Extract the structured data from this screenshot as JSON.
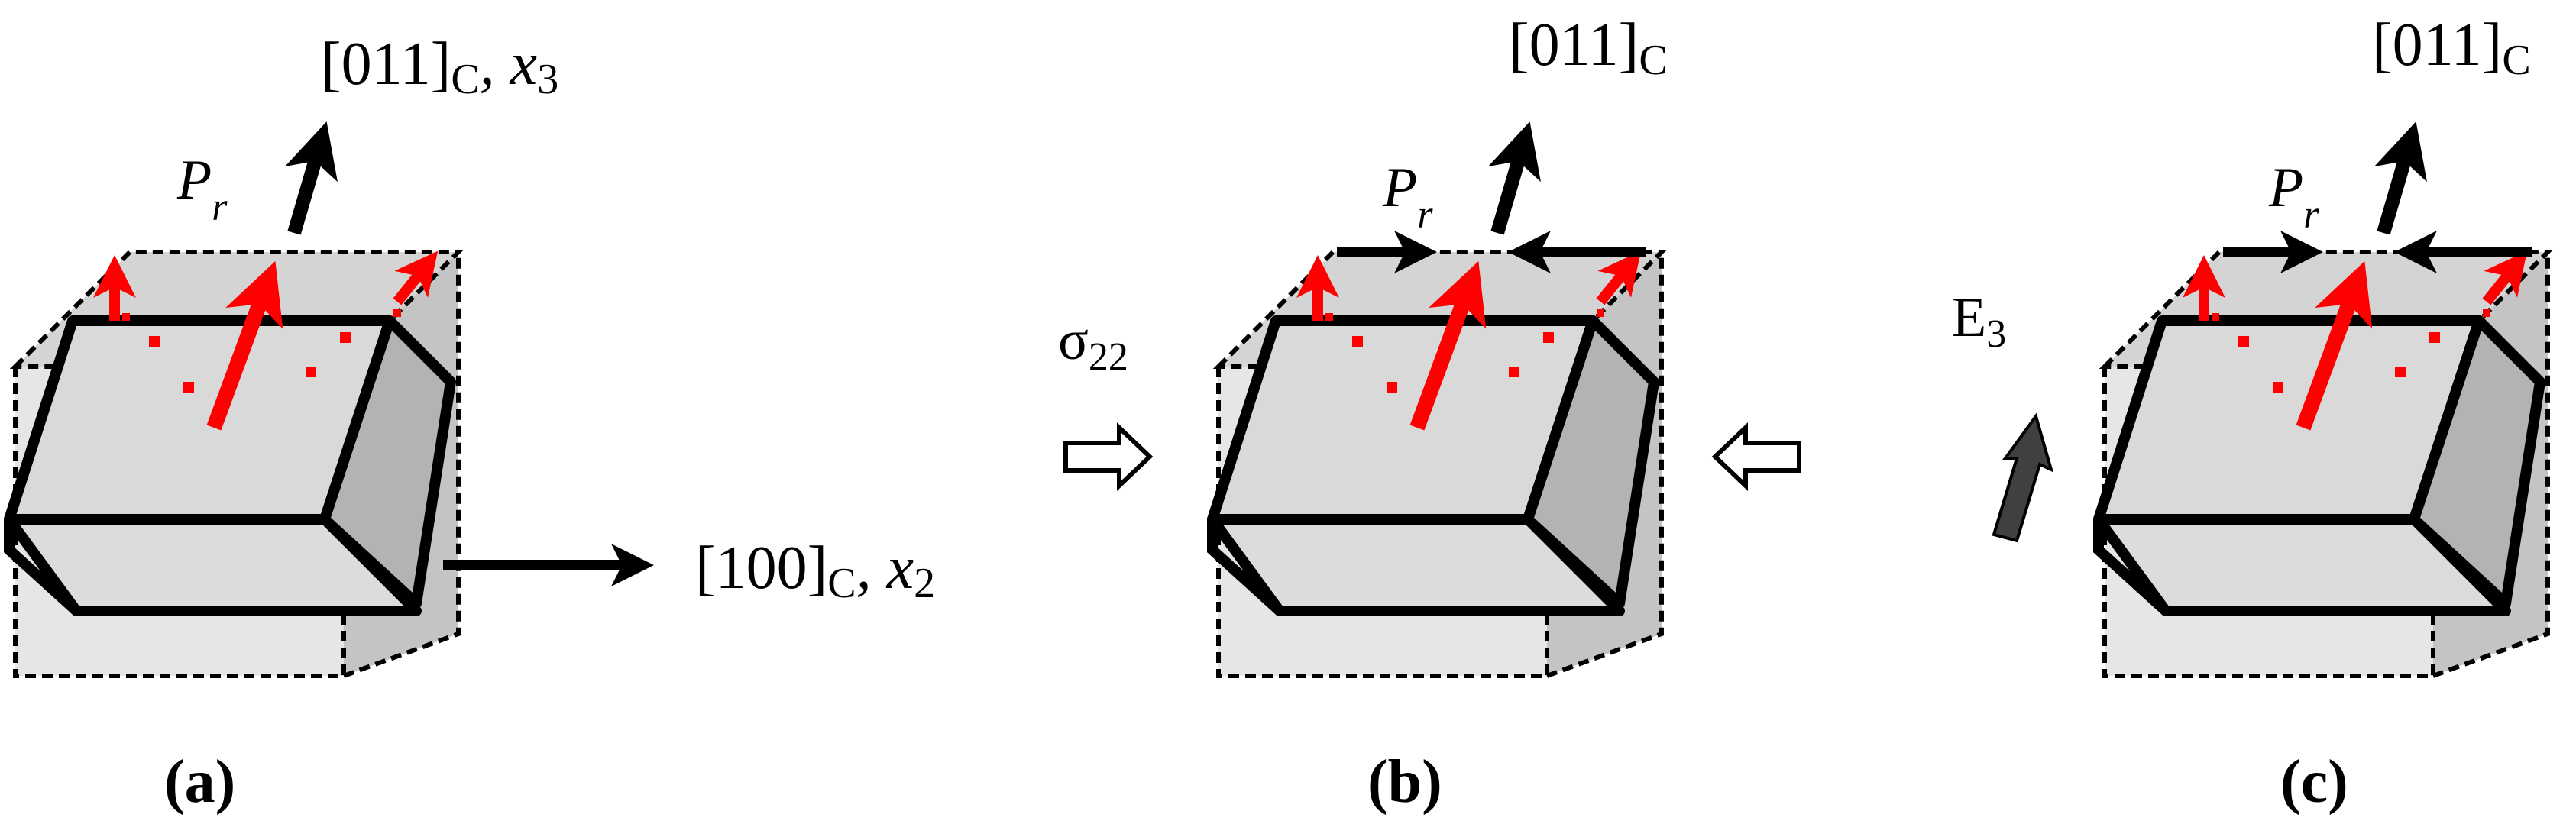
{
  "panels": [
    {
      "id": "a",
      "caption": "(a)",
      "axis_top": "[011]",
      "axis_top_sub": "C",
      "axis_top_extra": ", x",
      "axis_top_extra_sub": "3"
    },
    {
      "id": "b",
      "caption": "(b)",
      "axis_top": "[011]",
      "axis_top_sub": "C"
    },
    {
      "id": "c",
      "caption": "(c)",
      "axis_top": "[011]",
      "axis_top_sub": "C"
    }
  ],
  "axis_right": {
    "main": "[100]",
    "sub": "C",
    "extra": ", x",
    "extra_sub": "2"
  },
  "polarization": {
    "symbol": "P",
    "sub": "r"
  },
  "stress": {
    "symbol": "σ",
    "sub": "22"
  },
  "field": {
    "symbol": "E",
    "sub": "3"
  },
  "colors": {
    "cube_face": "#d9d9d9",
    "cube_side": "#bfbfbf",
    "polar_arrow": "#ff0000",
    "outline": "#000000",
    "field_arrow": "#404040"
  }
}
